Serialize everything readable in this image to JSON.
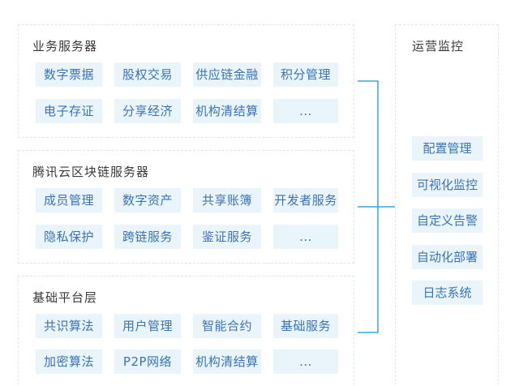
{
  "colors": {
    "accent": "#36a7da",
    "chip_bg": "#e9f4fb",
    "chip_text": "#3b74b3",
    "dashed_border": "#d7e9f5",
    "title_text": "#3a3a3a"
  },
  "business": {
    "title": "业务服务器",
    "items": [
      "数字票据",
      "股权交易",
      "供应链金融",
      "积分管理",
      "电子存证",
      "分享经济",
      "机构清结算",
      "..."
    ]
  },
  "tencent": {
    "title": "腾讯云区块链服务器",
    "items": [
      "成员管理",
      "数字资产",
      "共享账簿",
      "开发者服务",
      "隐私保护",
      "跨链服务",
      "鉴证服务",
      "..."
    ]
  },
  "base": {
    "title": "基础平台层",
    "items": [
      "共识算法",
      "用户管理",
      "智能合约",
      "基础服务",
      "加密算法",
      "P2P网络",
      "机构清结算",
      "..."
    ]
  },
  "ops": {
    "title": "运营监控",
    "items": [
      "配置管理",
      "可视化监控",
      "自定义告警",
      "自动化部署",
      "日志系统"
    ]
  }
}
